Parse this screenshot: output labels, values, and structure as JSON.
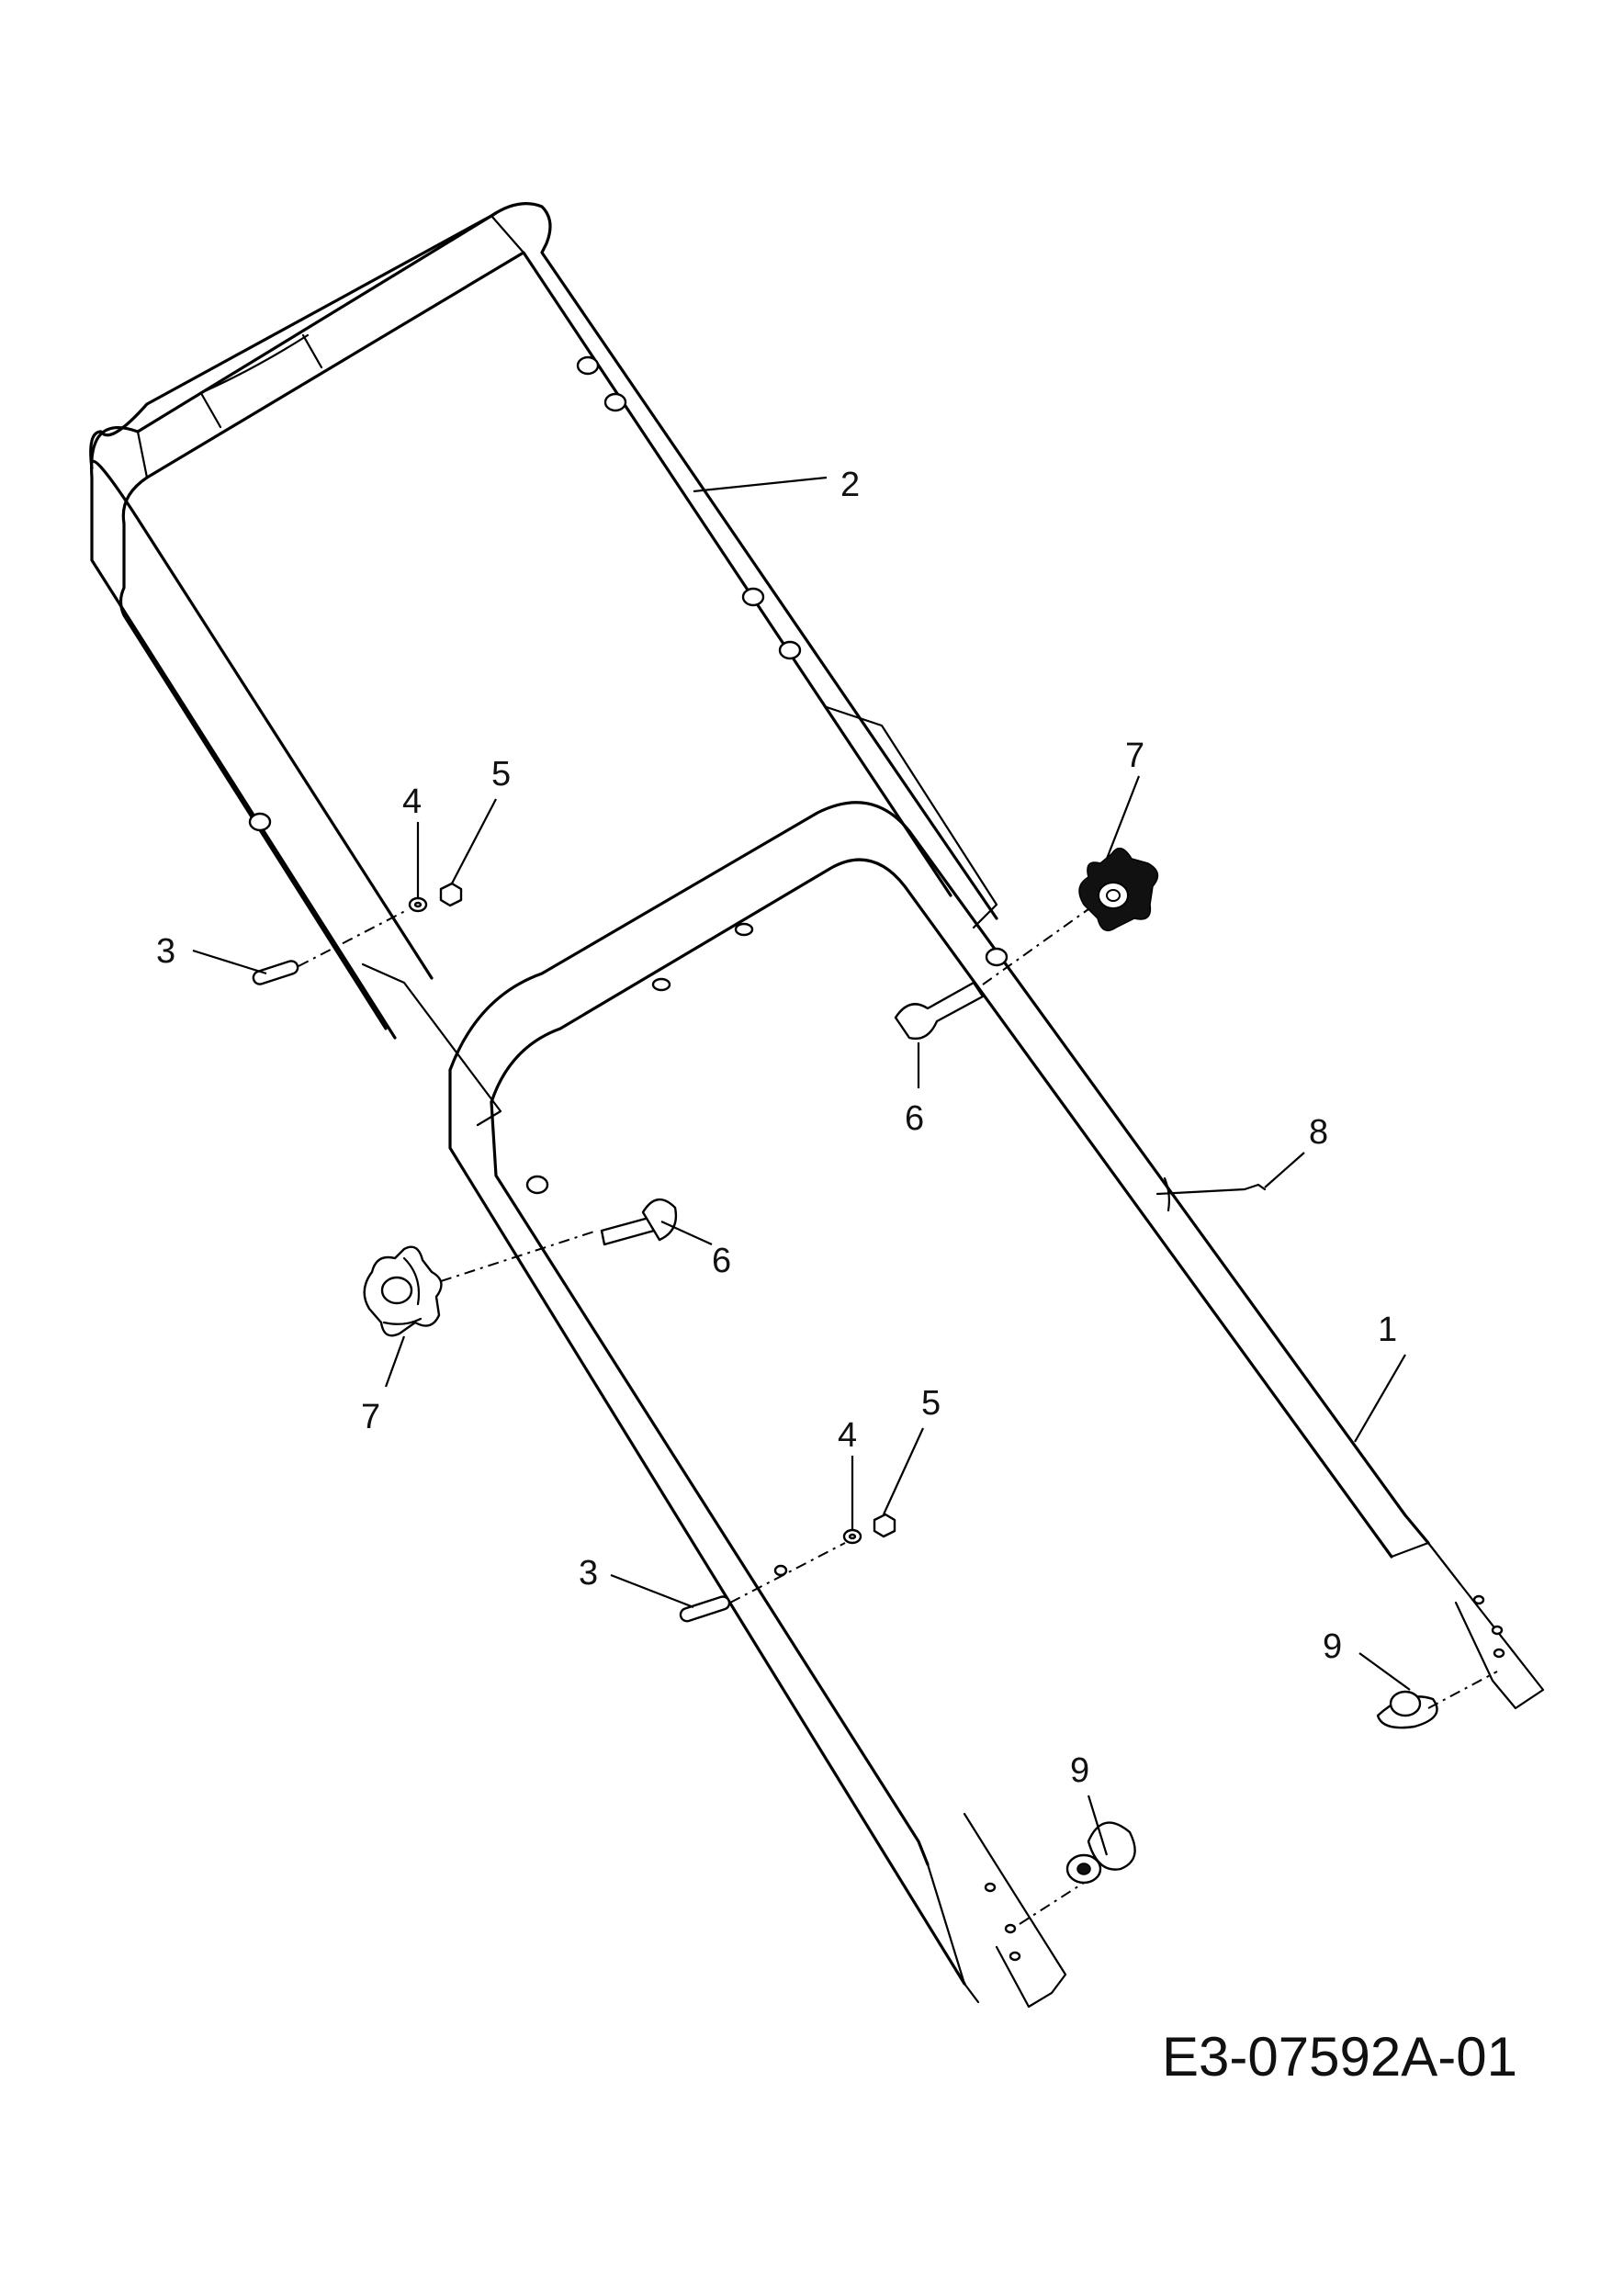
{
  "callouts": {
    "c1": "1",
    "c2": "2",
    "c3a": "3",
    "c3b": "3",
    "c4a": "4",
    "c4b": "4",
    "c5a": "5",
    "c5b": "5",
    "c6a": "6",
    "c6b": "6",
    "c7a": "7",
    "c7b": "7",
    "c8": "8",
    "c9a": "9",
    "c9b": "9"
  },
  "drawing_code": "E3-07592A-01"
}
